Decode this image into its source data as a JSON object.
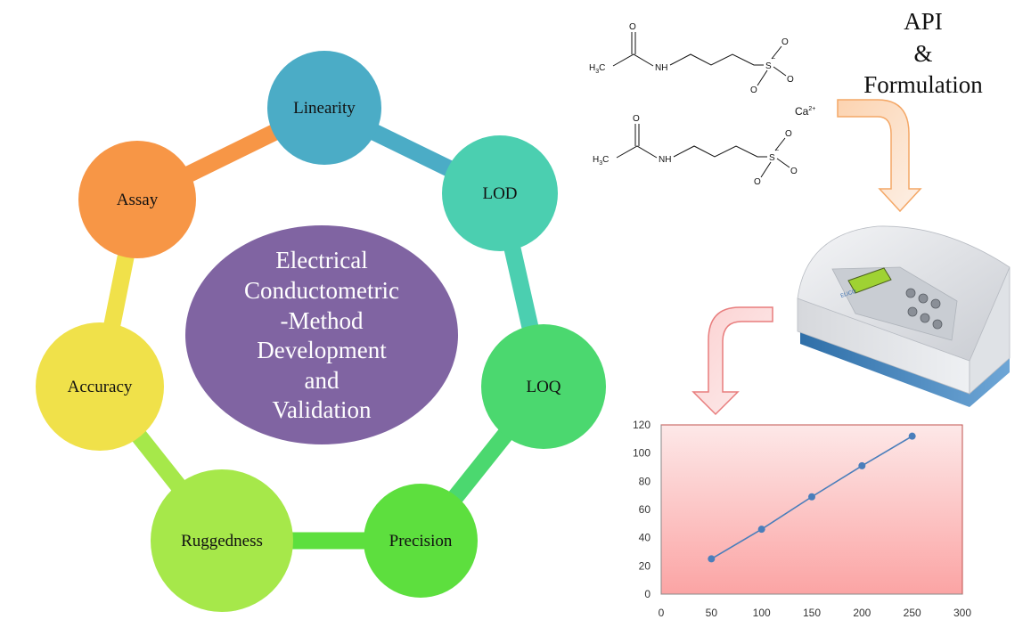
{
  "colors": {
    "linearity": "#4bacc6",
    "lod": "#4bcfb0",
    "loq": "#4bd86f",
    "precision": "#5ddf3e",
    "ruggedness": "#a6e84a",
    "accuracy": "#f0e14a",
    "assay": "#f79646",
    "center": "#8064a2",
    "series": "#4a7ebb"
  },
  "cycle": {
    "nodes": [
      {
        "label": "Linearity"
      },
      {
        "label": "LOD"
      },
      {
        "label": "LOQ"
      },
      {
        "label": "Precision"
      },
      {
        "label": "Ruggedness"
      },
      {
        "label": "Accuracy"
      },
      {
        "label": "Assay"
      }
    ],
    "center_lines": [
      "Electrical",
      "Conductometric",
      "-Method",
      "Development",
      "and",
      "Validation"
    ]
  },
  "api": {
    "lines": [
      "API",
      "&",
      "Formulation"
    ]
  },
  "molecule": {
    "h3c": "H",
    "h3c_sub": "3",
    "h3c_c": "C",
    "o": "O",
    "nh": "NH",
    "s": "S",
    "minus": "−",
    "ion": "Ca",
    "ion_charge": "2+"
  },
  "chart_data": {
    "type": "line",
    "x": [
      50,
      100,
      150,
      200,
      250
    ],
    "values": [
      25,
      46,
      69,
      91,
      112
    ],
    "xlim": [
      0,
      300
    ],
    "ylim": [
      0,
      120
    ],
    "xticks": [
      0,
      50,
      100,
      150,
      200,
      250,
      300
    ],
    "yticks": [
      0,
      20,
      40,
      60,
      80,
      100,
      120
    ],
    "grid": false
  }
}
